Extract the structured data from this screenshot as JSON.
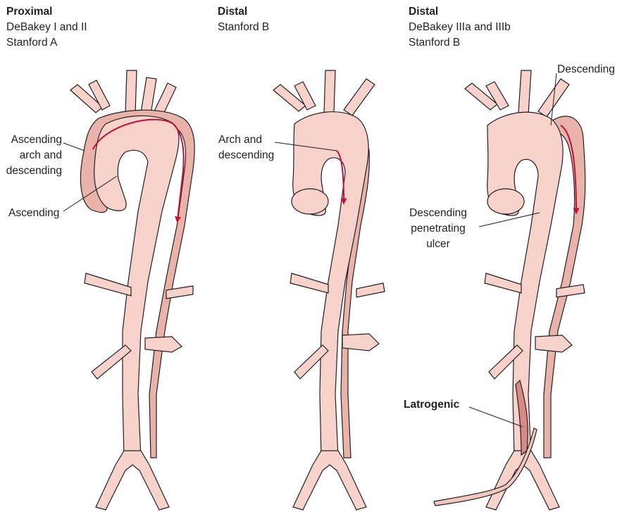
{
  "panels": [
    {
      "title": "Proximal",
      "classification": [
        "DeBakey I and II",
        "Stanford A"
      ],
      "labels": {
        "upper": [
          "Ascending",
          "arch and",
          "descending"
        ],
        "lower": "Ascending"
      }
    },
    {
      "title": "Distal",
      "classification": [
        "Stanford B"
      ],
      "labels": {
        "upper": [
          "Arch and",
          "descending"
        ]
      }
    },
    {
      "title": "Distal",
      "classification": [
        "DeBakey IIIa and IIIb",
        "Stanford B"
      ],
      "labels": {
        "upper": "Descending",
        "middle": [
          "Descending",
          "penetrating",
          "ulcer"
        ],
        "lower": "Latrogenic"
      }
    }
  ],
  "colors": {
    "vessel_fill": "#f6d2cb",
    "vessel_dark": "#eab3aa",
    "outline": "#231f20",
    "arrow": "#c0103a",
    "text": "#231f20"
  }
}
